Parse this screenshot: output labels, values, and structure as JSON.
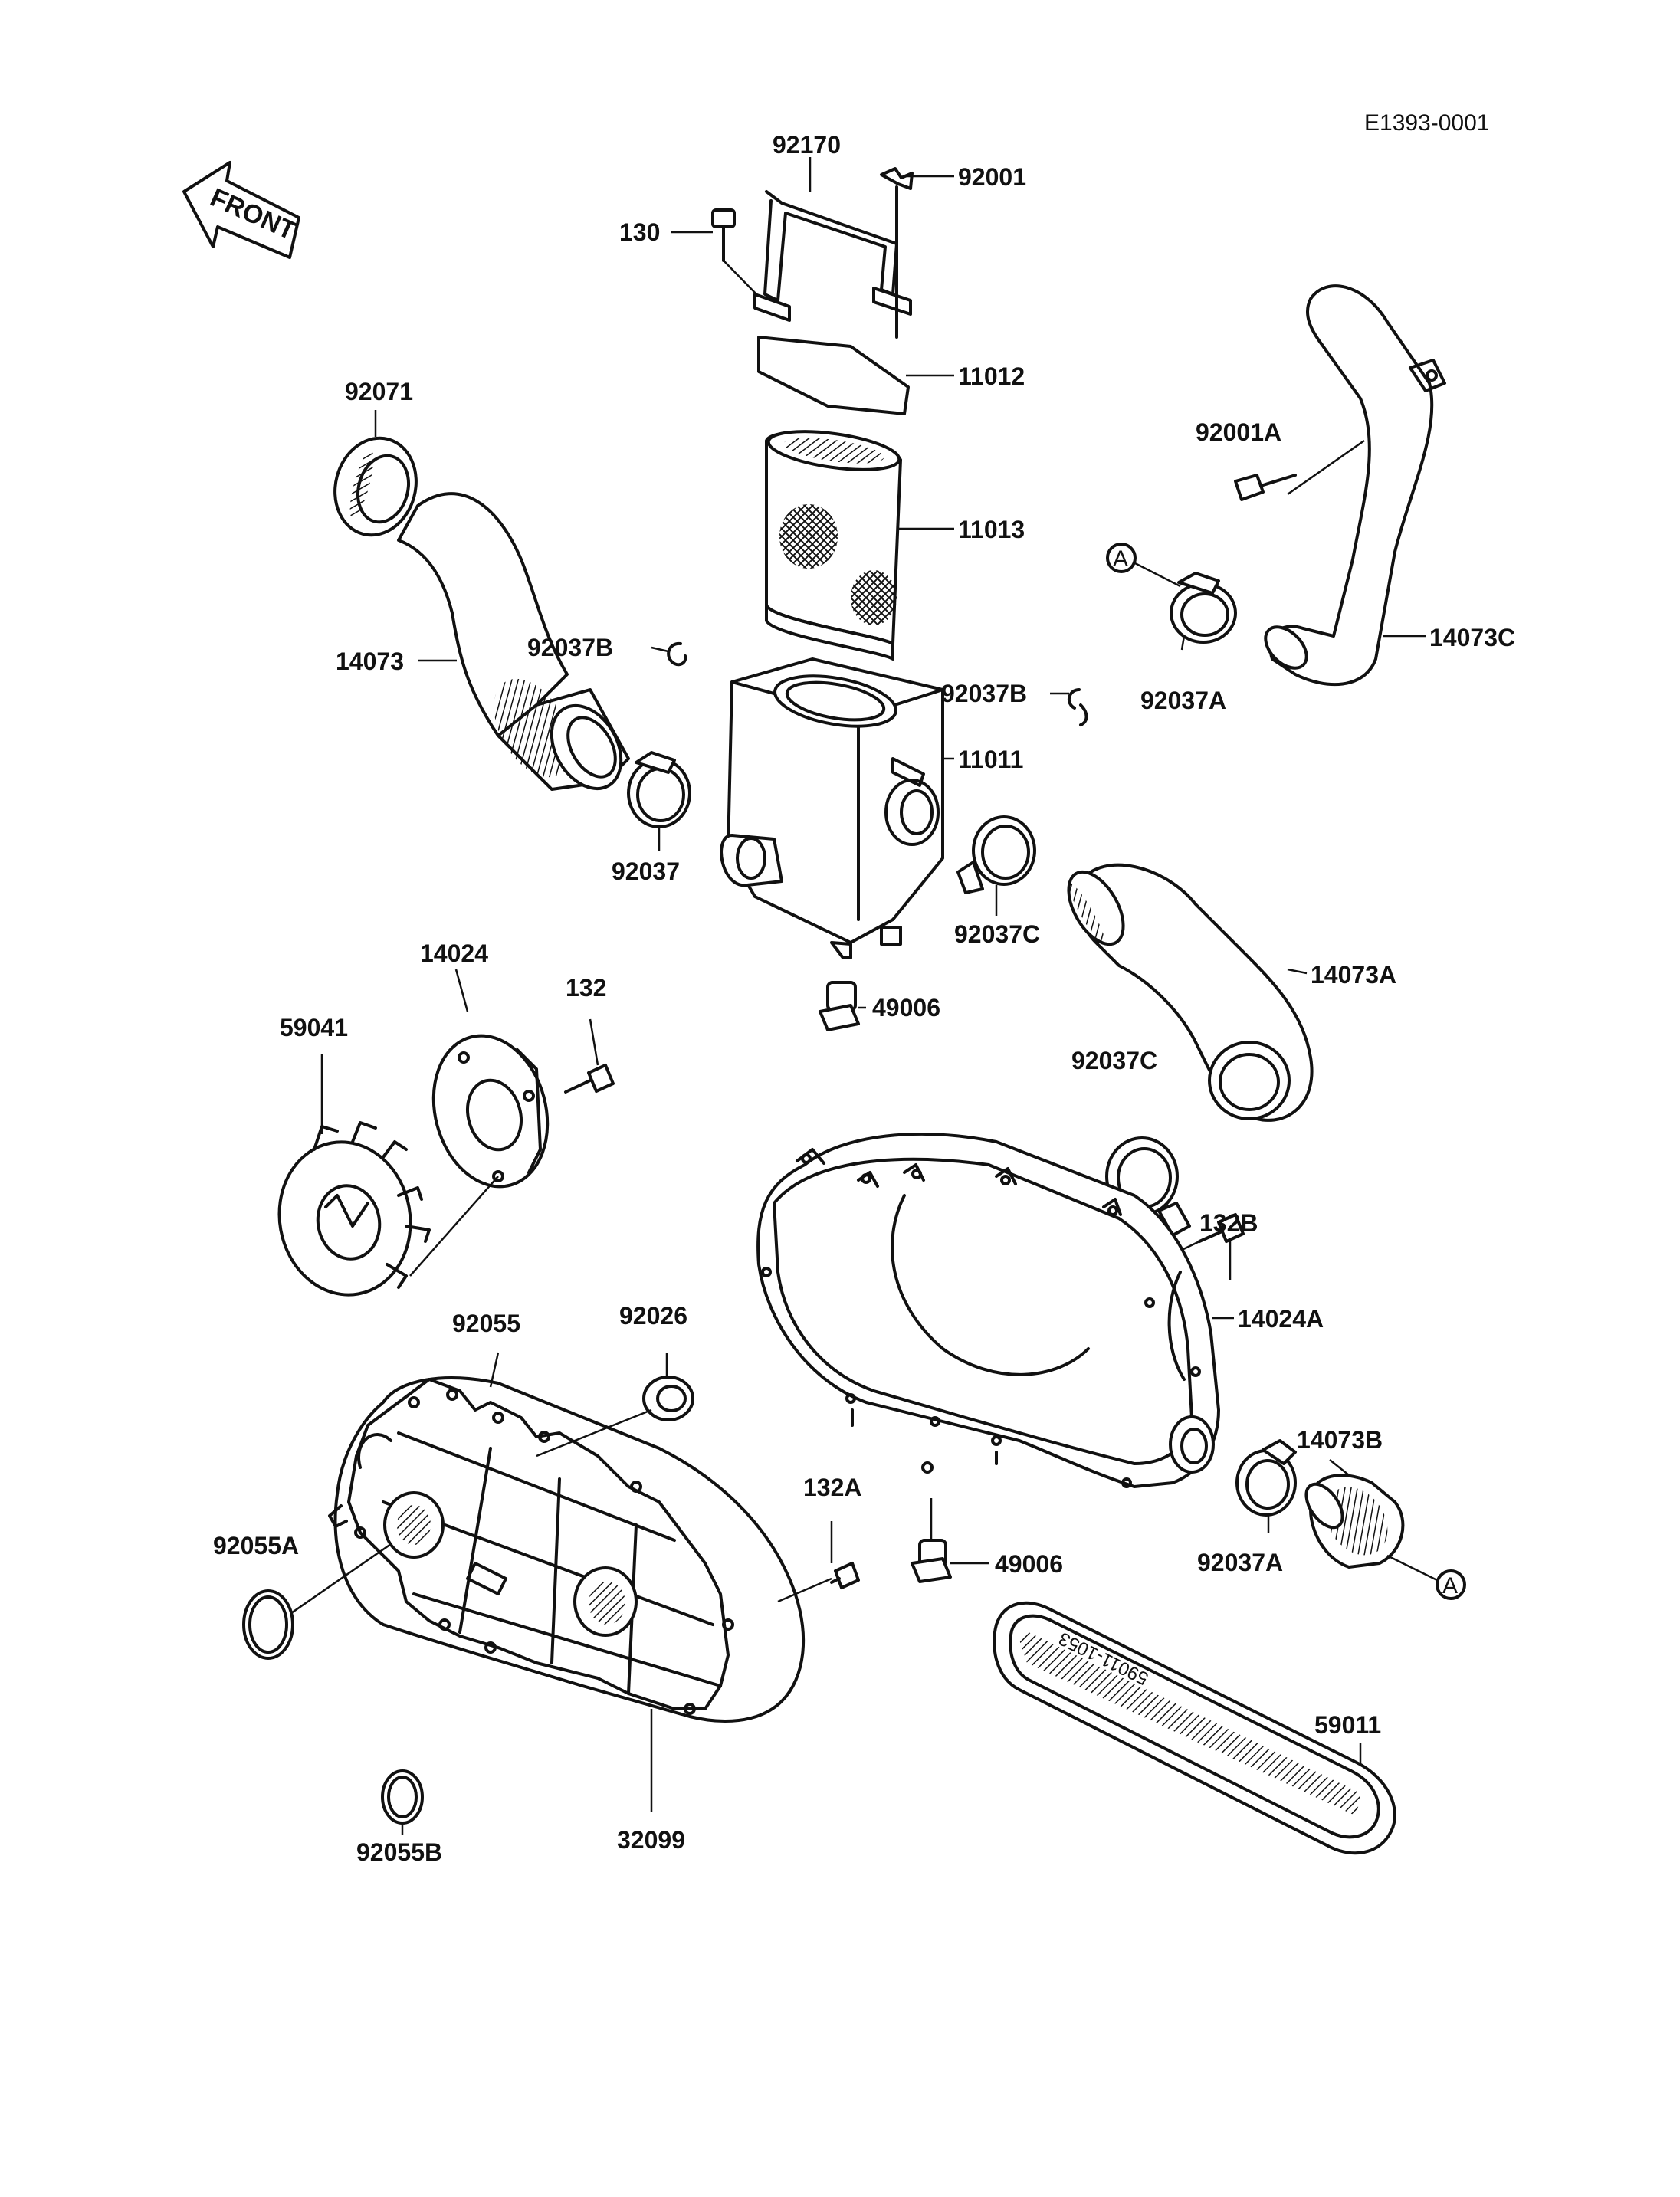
{
  "diagram_code": "E1393-0001",
  "front_label": "FRONT",
  "belt_marking": "59011-1053",
  "ref_marker": "A",
  "labels": {
    "p92170": "92170",
    "p92001": "92001",
    "p130": "130",
    "p11012": "11012",
    "p92071": "92071",
    "p92001A": "92001A",
    "p11013": "11013",
    "p14073": "14073",
    "p92037B_l": "92037B",
    "p92037B_r": "92037B",
    "p92037A_top": "92037A",
    "p14073C": "14073C",
    "p11011": "11011",
    "p92037": "92037",
    "p92037C_top": "92037C",
    "p14073A": "14073A",
    "p14024": "14024",
    "p132": "132",
    "p59041": "59041",
    "p49006_top": "49006",
    "p92037C_mid": "92037C",
    "p132B": "132B",
    "p14024A": "14024A",
    "p92055": "92055",
    "p92026": "92026",
    "p14073B": "14073B",
    "p132A": "132A",
    "p92055A": "92055A",
    "p49006_bot": "49006",
    "p92037A_bot": "92037A",
    "p59011": "59011",
    "p92055B": "92055B",
    "p32099": "32099"
  }
}
